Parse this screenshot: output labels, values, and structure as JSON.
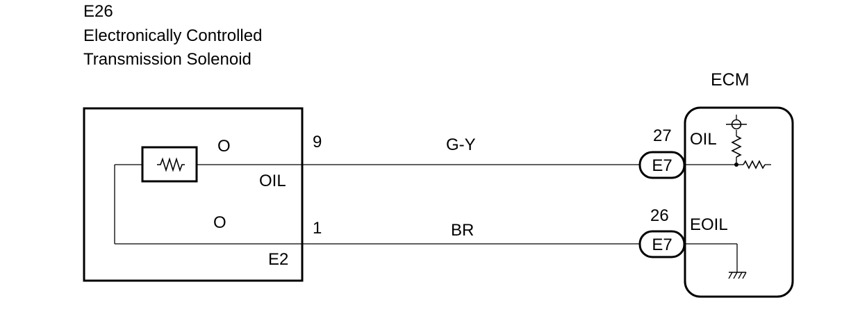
{
  "component": {
    "code": "E26",
    "name_line1": "Electronically Controlled",
    "name_line2": "Transmission Solenoid",
    "symbol_top": "O",
    "symbol_bottom": "O",
    "terminal_top_name": "OIL",
    "terminal_bottom_name": "E2",
    "pin_top": "9",
    "pin_bottom": "1"
  },
  "wires": {
    "top_color": "G-Y",
    "bottom_color": "BR"
  },
  "ecm": {
    "title": "ECM",
    "pin_top": "27",
    "pin_bottom": "26",
    "connector_top": "E7",
    "connector_bottom": "E7",
    "terminal_top_name": "OIL",
    "terminal_bottom_name": "EOIL"
  }
}
